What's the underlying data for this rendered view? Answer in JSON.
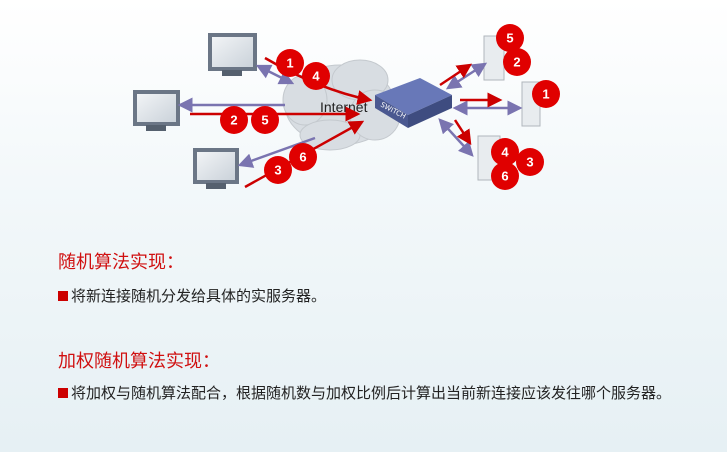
{
  "diagram": {
    "cloud_label": "Internet",
    "switch_label": "SWITCH",
    "badges": {
      "c1a": "1",
      "c1b": "4",
      "c2a": "2",
      "c2b": "5",
      "c3a": "3",
      "c3b": "6",
      "s1a": "5",
      "s1b": "2",
      "s2a": "1",
      "s3a": "4",
      "s3b": "3",
      "s3c": "6"
    }
  },
  "section1": {
    "title": "随机算法实现：",
    "bullet": "将新连接随机分发给具体的实服务器。"
  },
  "section2": {
    "title": "加权随机算法实现：",
    "bullet": "将加权与随机算法配合，根据随机数与加权比例后计算出当前新连接应该发往哪个服务器。"
  },
  "colors": {
    "accent": "#d01010",
    "arrow": "#cc0000",
    "link": "#7a74b0"
  }
}
